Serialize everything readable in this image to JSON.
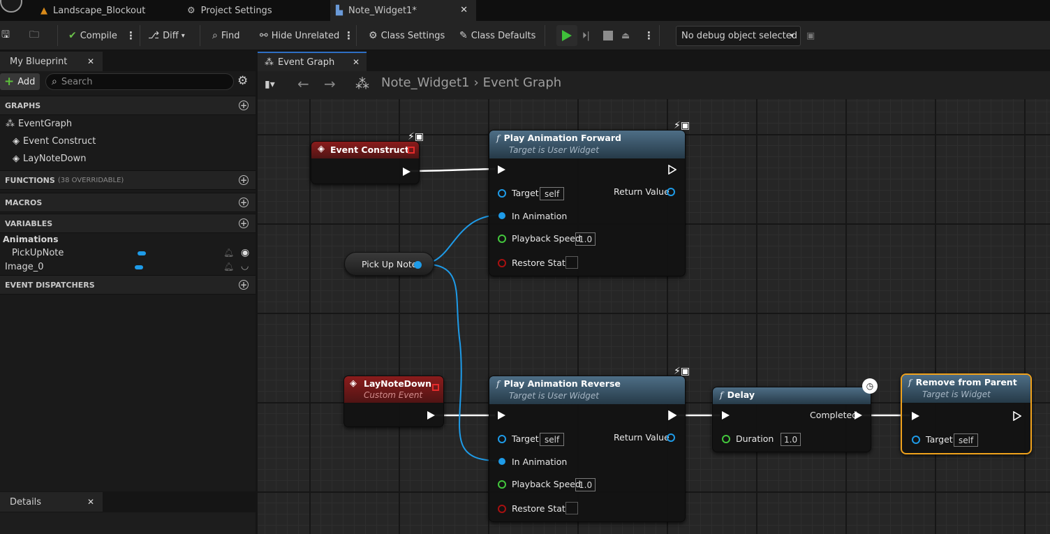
{
  "doc_tabs": [
    {
      "label": "Landscape_Blockout"
    },
    {
      "label": "Project Settings"
    },
    {
      "label": "Note_Widget1*"
    }
  ],
  "toolbar": {
    "compile": "Compile",
    "diff": "Diff",
    "find": "Find",
    "hide_unrelated": "Hide Unrelated",
    "class_settings": "Class Settings",
    "class_defaults": "Class Defaults",
    "debug_object": "No debug object selected"
  },
  "my_blueprint": {
    "tab_label": "My Blueprint",
    "add_label": "Add",
    "search_placeholder": "Search",
    "sections": {
      "graphs": "GRAPHS",
      "functions": "FUNCTIONS",
      "functions_sub": "(38 OVERRIDABLE)",
      "macros": "MACROS",
      "variables": "VARIABLES",
      "event_dispatchers": "EVENT DISPATCHERS"
    },
    "graph_items": [
      "EventGraph",
      "Event Construct",
      "LayNoteDown"
    ],
    "variable_category": "Animations",
    "variables": [
      "PickUpNote",
      "Image_0"
    ],
    "variable_color": "#1e9be8"
  },
  "details": {
    "tab_label": "Details"
  },
  "graph": {
    "tab_label": "Event Graph",
    "breadcrumb_root": "Note_Widget1",
    "breadcrumb_current": "Event Graph",
    "nodes": {
      "event_construct": {
        "title": "Event Construct"
      },
      "play_forward": {
        "title": "Play Animation Forward",
        "subtitle": "Target is User Widget",
        "target": "Target",
        "target_value": "self",
        "return_value": "Return Value",
        "in_animation": "In Animation",
        "playback_speed": "Playback Speed",
        "speed_value": "1.0",
        "restore_state": "Restore State"
      },
      "pick_up_note": {
        "title": "Pick Up Note"
      },
      "lay_note_down": {
        "title": "LayNoteDown",
        "subtitle": "Custom Event"
      },
      "play_reverse": {
        "title": "Play Animation Reverse",
        "subtitle": "Target is User Widget",
        "target": "Target",
        "target_value": "self",
        "return_value": "Return Value",
        "in_animation": "In Animation",
        "playback_speed": "Playback Speed",
        "speed_value": "1.0",
        "restore_state": "Restore State"
      },
      "delay": {
        "title": "Delay",
        "completed": "Completed",
        "duration": "Duration",
        "duration_value": "1.0"
      },
      "remove_from_parent": {
        "title": "Remove from Parent",
        "subtitle": "Target is Widget",
        "target": "Target",
        "target_value": "self"
      }
    }
  },
  "colors": {
    "object_pin": "#1e9be8",
    "float_pin": "#43c73d",
    "bool_pin": "#a81010",
    "event_header": "#8a1c1c",
    "function_header": "#4e6e86",
    "selection": "#f0a21c"
  }
}
